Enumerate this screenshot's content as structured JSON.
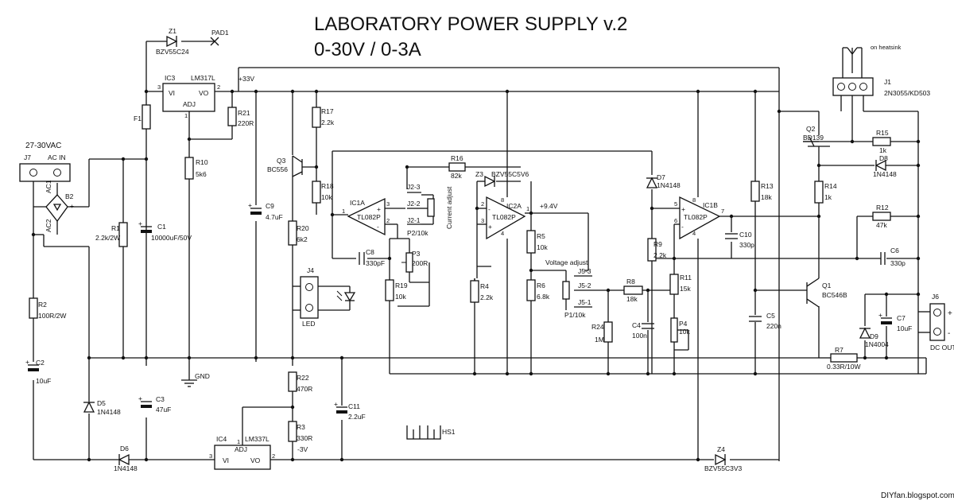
{
  "title": {
    "line1": "LABORATORY POWER SUPPLY v.2",
    "line2": "0-30V / 0-3A"
  },
  "credit": "DIYfan.blogspot.com",
  "input": {
    "voltage": "27-30VAC",
    "connector": "J7",
    "connector_label": "AC IN",
    "ac1": "AC1",
    "ac2": "AC2",
    "bridge": "B2",
    "plus": "+"
  },
  "rails": {
    "plus33": "+33V",
    "minus3": "-3V",
    "plus94": "+9.4V",
    "gnd": "GND"
  },
  "components": {
    "Z1": "Z1",
    "Z1v": "BZV55C24",
    "PAD1": "PAD1",
    "IC3": "IC3",
    "IC3v": "LM317L",
    "IC3_vi": "VI",
    "IC3_vo": "VO",
    "IC3_adj": "ADJ",
    "IC3_p3": "3",
    "IC3_p2": "2",
    "IC3_p1": "1",
    "F1": "F1",
    "R21": "R21",
    "R21v": "220R",
    "R10": "R10",
    "R10v": "5k6",
    "R1": "R1",
    "R1v": "2.2k/2W",
    "C1": "C1",
    "C1v": "10000uF/50V",
    "C9": "C9",
    "C9v": "4.7uF",
    "Q3": "Q3",
    "Q3v": "BC556",
    "R17": "R17",
    "R17v": "2.2k",
    "R18": "R18",
    "R18v": "10k",
    "R20": "R20",
    "R20v": "6k2",
    "R16": "R16",
    "R16v": "82k",
    "Z3": "Z3",
    "Z3v": "BZV55C5V6",
    "IC1A": "IC1A",
    "IC1Av": "TL082P",
    "IC2A": "IC2A",
    "IC2Av": "TL082P",
    "IC1B": "IC1B",
    "IC1Bv": "TL082P",
    "J23": "J2-3",
    "J22": "J2-2",
    "J21": "J2-1",
    "P2": "P2/10k",
    "current_adjust": "Current adjust",
    "C8": "C8",
    "C8v": "330pF",
    "P3": "P3",
    "P3v": "200R",
    "R19": "R19",
    "R19v": "10k",
    "J4": "J4",
    "LED": "LED",
    "R4": "R4",
    "R4v": "2.2k",
    "R5": "R5",
    "R5v": "10k",
    "R6": "R6",
    "R6v": "6.8k",
    "voltage_adjust": "Voltage adjust",
    "J53": "J5-3",
    "J52": "J5-2",
    "J51": "J5-1",
    "P1": "P1/10k",
    "R8": "R8",
    "R8v": "18k",
    "R24": "R24",
    "R24v": "1M",
    "C4": "C4",
    "C4v": "100n",
    "D7": "D7",
    "D7v": "1N4148",
    "R9": "R9",
    "R9v": "2.2k",
    "R11": "R11",
    "R11v": "15k",
    "P4": "P4",
    "P4v": "10k",
    "R13": "R13",
    "R13v": "18k",
    "C10": "C10",
    "C10v": "330p",
    "C5": "C5",
    "C5v": "220n",
    "Q2": "Q2",
    "Q2v": "BD139",
    "R15": "R15",
    "R15v": "1k",
    "D8": "D8",
    "D8v": "1N4148",
    "R14": "R14",
    "R14v": "1k",
    "R12": "R12",
    "R12v": "47k",
    "C6": "C6",
    "C6v": "330p",
    "Q1": "Q1",
    "Q1v": "BC546B",
    "J1": "J1",
    "J1v": "2N3055/KD503",
    "heatsink": "on heatsink",
    "C7": "C7",
    "C7v": "10uF",
    "D9": "D9",
    "D9v": "1N4004",
    "R7": "R7",
    "R7v": "0.33R/10W",
    "J6": "J6",
    "dc_out": "DC OUT",
    "plus": "+",
    "minus": "-",
    "R2": "R2",
    "R2v": "100R/2W",
    "C2": "C2",
    "C2v": "10uF",
    "D5": "D5",
    "D5v": "1N4148",
    "D6": "D6",
    "D6v": "1N4148",
    "C3": "C3",
    "C3v": "47uF",
    "R22": "R22",
    "R22v": "470R",
    "R3": "R3",
    "R3v": "330R",
    "C11": "C11",
    "C11v": "2.2uF",
    "IC4": "IC4",
    "IC4v": "LM337L",
    "IC4_vi": "VI",
    "IC4_vo": "VO",
    "IC4_adj": "ADJ",
    "IC4_p3": "3",
    "IC4_p2": "2",
    "IC4_p1": "1",
    "HS1": "HS1",
    "Z4": "Z4",
    "Z4v": "BZV55C3V3",
    "pin1": "1",
    "pin2": "2",
    "pin3": "3",
    "pin4": "4",
    "pin5": "5",
    "pin6": "6",
    "pin7": "7",
    "pin8": "8",
    "minus_sign": "-",
    "plus_sign": "+"
  }
}
